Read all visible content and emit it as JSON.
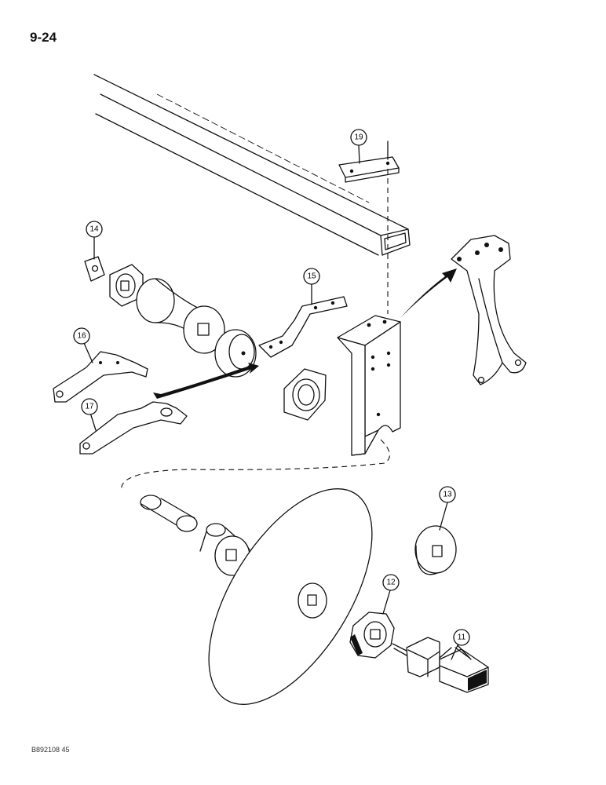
{
  "page_number": "9-24",
  "reference_code": "B892108 45",
  "callouts": [
    {
      "label": "11"
    },
    {
      "label": "12"
    },
    {
      "label": "13"
    },
    {
      "label": "14"
    },
    {
      "label": "15"
    },
    {
      "label": "16"
    },
    {
      "label": "17"
    },
    {
      "label": "19"
    }
  ]
}
